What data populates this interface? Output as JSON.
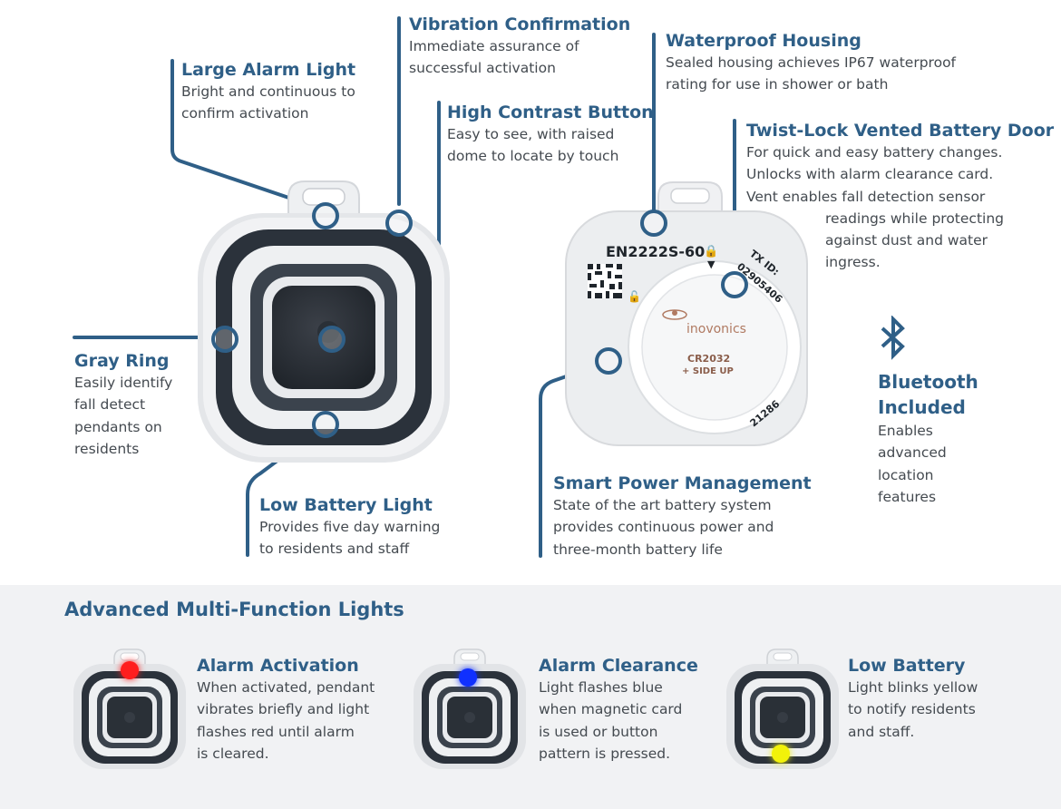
{
  "callouts": {
    "vibration": {
      "title": "Vibration Confirmation",
      "lines": [
        "Immediate assurance of",
        "successful activation"
      ]
    },
    "large_alarm": {
      "title": "Large Alarm Light",
      "lines": [
        "Bright and continuous to",
        "confirm activation"
      ]
    },
    "high_contrast": {
      "title": "High Contrast Button",
      "lines": [
        "Easy to see, with raised",
        "dome to locate by touch"
      ]
    },
    "gray_ring": {
      "title": "Gray Ring",
      "lines": [
        "Easily identify",
        "fall detect",
        "pendants on",
        "residents"
      ]
    },
    "low_battery_light": {
      "title": "Low Battery Light",
      "lines": [
        "Provides five day warning",
        "to residents and staff"
      ]
    },
    "waterproof": {
      "title": "Waterproof Housing",
      "lines": [
        "Sealed housing achieves IP67 waterproof",
        "rating for use in shower or bath"
      ]
    },
    "twist_lock": {
      "title": "Twist-Lock Vented Battery Door",
      "lines": [
        "For quick and easy battery changes.",
        "Unlocks with alarm clearance card.",
        "Vent enables fall detection sensor",
        "readings while protecting",
        "against dust and water",
        "ingress."
      ]
    },
    "bluetooth": {
      "title_lines": [
        "Bluetooth",
        "Included"
      ],
      "lines": [
        "Enables",
        "advanced",
        "location",
        "features"
      ]
    },
    "smart_power": {
      "title": "Smart Power Management",
      "lines": [
        "State of the art battery system",
        "provides continuous power and",
        "three-month battery life"
      ]
    }
  },
  "device_back": {
    "model": "EN2222S-60",
    "tx_label": "TX ID:",
    "tx_id": "02905406",
    "brand": "inovonics",
    "battery": "CR2032",
    "battery_note": "+ SIDE UP",
    "serial": "21286"
  },
  "lights_section": {
    "heading": "Advanced Multi-Function Lights",
    "items": [
      {
        "title": "Alarm Activation",
        "lines": [
          "When activated, pendant",
          "vibrates briefly and light",
          "flashes red until alarm",
          "is cleared."
        ],
        "light_color": "#ff1e1e"
      },
      {
        "title": "Alarm Clearance",
        "lines": [
          "Light flashes blue",
          "when magnetic card",
          "is used or button",
          "pattern is pressed."
        ],
        "light_color": "#1030ff"
      },
      {
        "title": "Low Battery",
        "lines": [
          "Light blinks yellow",
          "to notify residents",
          "and staff."
        ],
        "light_color": "#f2f20a"
      }
    ]
  },
  "colors": {
    "accent": "#2f5f87",
    "text": "#444a50",
    "band": "#f1f2f4"
  },
  "icons": {
    "bluetooth": "bluetooth-icon"
  }
}
